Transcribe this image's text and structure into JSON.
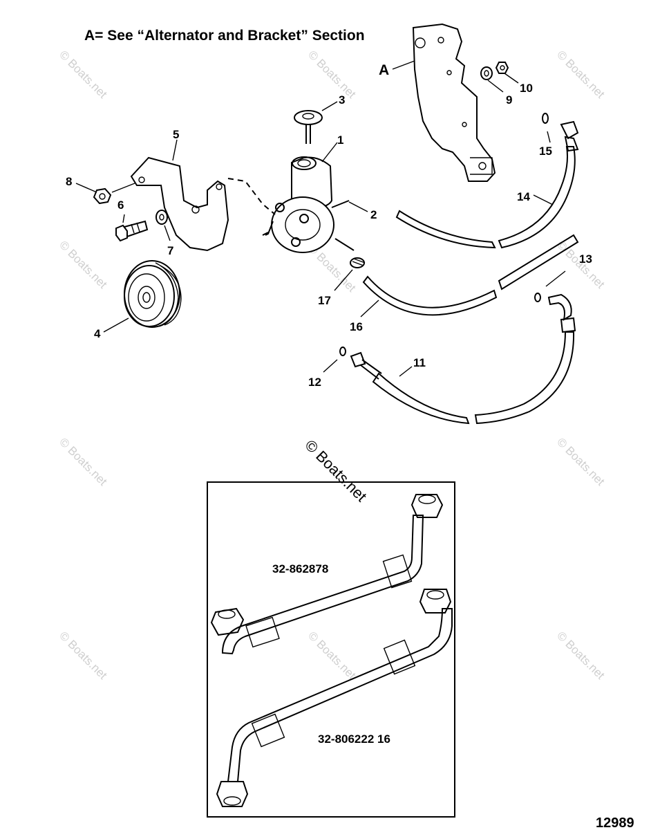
{
  "note": "A= See “Alternator and Bracket” Section",
  "callout_a": "A",
  "labels": {
    "l1": "1",
    "l2": "2",
    "l3": "3",
    "l4": "4",
    "l5": "5",
    "l6": "6",
    "l7": "7",
    "l8": "8",
    "l9": "9",
    "l10": "10",
    "l11": "11",
    "l12": "12",
    "l13": "13",
    "l14": "14",
    "l15": "15",
    "l16": "16",
    "l17": "17"
  },
  "inset": {
    "part_upper": "32-862878",
    "part_lower": "32-806222 16"
  },
  "watermark": "© Boats.net",
  "drawing_number": "12989"
}
